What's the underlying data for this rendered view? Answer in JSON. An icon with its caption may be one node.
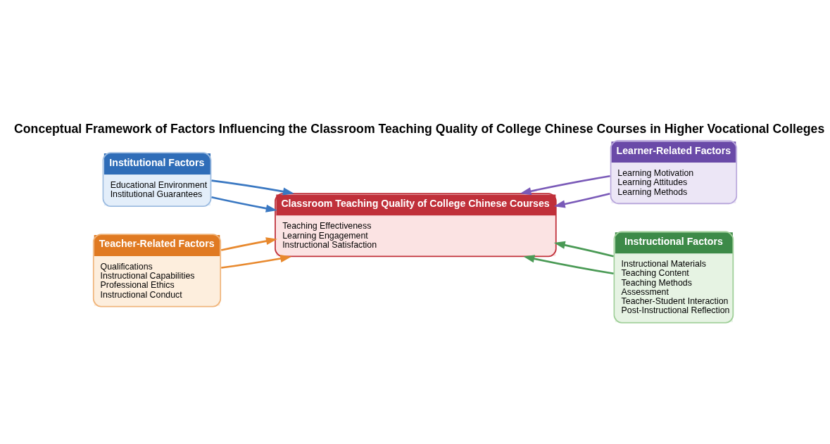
{
  "diagram": {
    "title": "Conceptual Framework of Factors Influencing the Classroom Teaching Quality of College Chinese Courses in Higher Vocational Colleges",
    "nodes": [
      {
        "text": [
          "Institutional Factors",
          "Educational Environment",
          "Institutional Guarantees"
        ]
      },
      {
        "text": [
          "Learner-Related Factors",
          "Learning Motivation",
          "Learning Attitudes",
          "Learning Methods"
        ]
      },
      {
        "text": [
          "Classroom Teaching Quality of College Chinese Courses",
          "Teaching Effectiveness",
          "Learning Engagement",
          "Instructional Satisfaction"
        ]
      },
      {
        "text": [
          "Teacher-Related Factors",
          "Qualifications",
          "Instructional Capabilities",
          "Professional Ethics",
          "Instructional Conduct"
        ]
      },
      {
        "text": [
          "Instructional Factors",
          "Instructional Materials",
          "Teaching Content",
          "Teaching Methods",
          "Assessment",
          "Teacher-Student Interaction",
          "Post-Instructional Reflection"
        ]
      }
    ],
    "edges": [
      {
        "from": 0,
        "to": 2,
        "arrow": "to",
        "color": "#3a78c2"
      },
      {
        "from": 0,
        "to": 2,
        "arrow": "to",
        "color": "#3a78c2"
      },
      {
        "from": 1,
        "to": 2,
        "arrow": "to",
        "color": "#7a5ab8"
      },
      {
        "from": 1,
        "to": 2,
        "arrow": "to",
        "color": "#7a5ab8"
      },
      {
        "from": 3,
        "to": 2,
        "arrow": "to",
        "color": "#e8892e"
      },
      {
        "from": 3,
        "to": 2,
        "arrow": "to",
        "color": "#e8892e"
      },
      {
        "from": 4,
        "to": 2,
        "arrow": "to",
        "color": "#4a9a55"
      },
      {
        "from": 4,
        "to": 2,
        "arrow": "to",
        "color": "#4a9a55"
      }
    ]
  }
}
